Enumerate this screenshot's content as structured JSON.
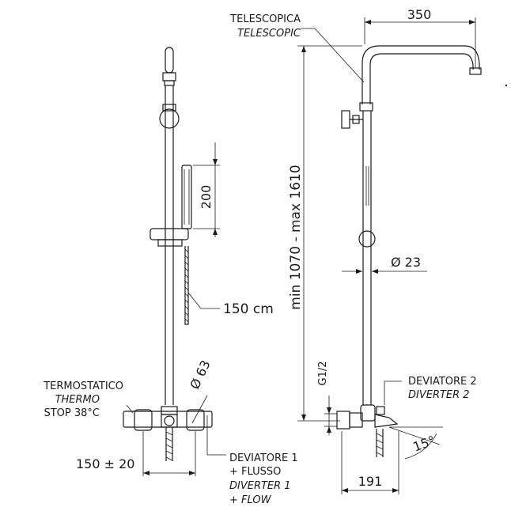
{
  "labels": {
    "telescopic_it": "TELESCOPICA",
    "telescopic_en": "TELESCOPIC",
    "dim_350": "350",
    "dim_200": "200",
    "dim_150cm": "150 cm",
    "dim_height": "min 1070 - max 1610",
    "dim_d23": "Ø 23",
    "dim_d63": "Ø 63",
    "dim_g12": "G1/2",
    "thermo_it": "TERMOSTATICO",
    "thermo_en": "THERMO",
    "thermo_stop": "STOP 38°C",
    "diverter2_it": "DEVIATORE 2",
    "diverter2_en": "DIVERTER 2",
    "diverter1_it": "DEVIATORE 1",
    "diverter1_flow_it": "+ FLUSSO",
    "diverter1_en": "DIVERTER 1",
    "diverter1_flow_en": "+ FLOW",
    "dim_150_20": "150 ± 20",
    "dim_15deg": "15°",
    "dim_191": "191"
  },
  "colors": {
    "line": "#1a1a1a",
    "background": "#ffffff"
  }
}
